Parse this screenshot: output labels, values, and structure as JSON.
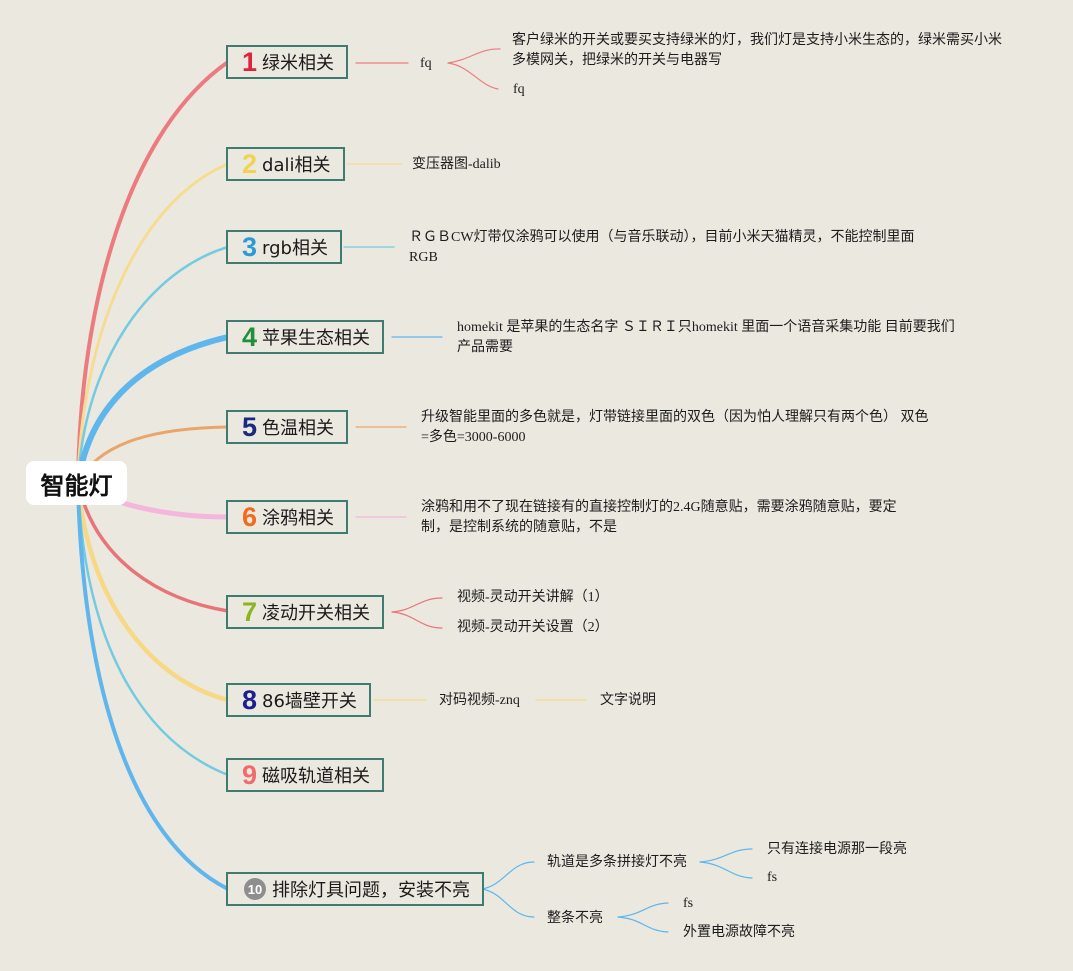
{
  "root": {
    "label": "智能灯"
  },
  "branches": [
    {
      "num": "1",
      "num_color": "#e0233a",
      "label": "绿米相关",
      "children": [
        {
          "label": "fq",
          "children": [
            {
              "label": "客户绿米的开关或要买支持绿米的灯，我们灯是支持小米生态的，绿米需买小米多模网关，把绿米的开关与电器写"
            },
            {
              "label": "fq"
            }
          ]
        }
      ]
    },
    {
      "num": "2",
      "num_color": "#f2d34c",
      "label": "dali相关",
      "children": [
        {
          "label": "变压器图-dalib"
        }
      ]
    },
    {
      "num": "3",
      "num_color": "#2a9ad8",
      "label": "rgb相关",
      "children": [
        {
          "label": "ＲＧＢCW灯带仅涂鸦可以使用（与音乐联动），目前小米天猫精灵，不能控制里面RGB"
        }
      ]
    },
    {
      "num": "4",
      "num_color": "#1e8f3a",
      "label": "苹果生态相关",
      "children": [
        {
          "label": "homekit 是苹果的生态名字 ＳＩＲＩ只homekit 里面一个语音采集功能 目前要我们产品需要"
        }
      ]
    },
    {
      "num": "5",
      "num_color": "#1a2a80",
      "label": "色温相关",
      "children": [
        {
          "label": "升级智能里面的多色就是，灯带链接里面的双色（因为怕人理解只有两个色） 双色=多色=3000-6000"
        }
      ]
    },
    {
      "num": "6",
      "num_color": "#f26a1b",
      "label": "涂鸦相关",
      "children": [
        {
          "label": "涂鸦和用不了现在链接有的直接控制灯的2.4G随意贴，需要涂鸦随意贴，要定制，是控制系统的随意贴，不是"
        }
      ]
    },
    {
      "num": "7",
      "num_color": "#8cb51c",
      "label": "凌动开关相关",
      "children": [
        {
          "label": "视频-灵动开关讲解（1）"
        },
        {
          "label": "视频-灵动开关设置（2）"
        }
      ]
    },
    {
      "num": "8",
      "num_color": "#1b1f8f",
      "label": "86墙壁开关",
      "children": [
        {
          "label": "对码视频-znq",
          "children": [
            {
              "label": "文字说明"
            }
          ]
        }
      ]
    },
    {
      "num": "9",
      "num_color": "#f26b6b",
      "label": "磁吸轨道相关",
      "children": []
    },
    {
      "num": "10",
      "num_color": "#8e8e8e",
      "label": "排除灯具问题，安装不亮",
      "children": [
        {
          "label": "轨道是多条拼接灯不亮",
          "children": [
            {
              "label": "只有连接电源那一段亮"
            },
            {
              "label": "fs"
            }
          ]
        },
        {
          "label": "整条不亮",
          "children": [
            {
              "label": "fs"
            },
            {
              "label": "外置电源故障不亮"
            }
          ]
        }
      ]
    }
  ],
  "colors": {
    "b1": "#ec7b80",
    "b2": "#f6dc93",
    "b3": "#74cbdf",
    "b4": "#5eb6ec",
    "b5": "#eaa56a",
    "b6": "#f4b6dc",
    "b7": "#e87378",
    "b8": "#f7d884",
    "b9": "#74cbdf",
    "b10": "#5eb6ec"
  }
}
